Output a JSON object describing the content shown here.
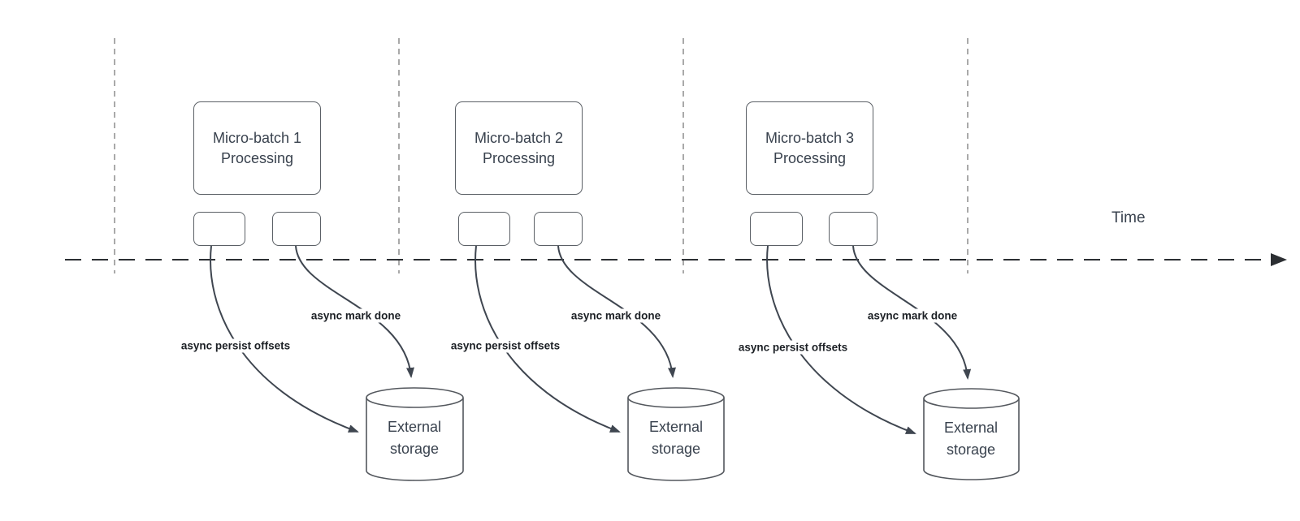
{
  "diagram": {
    "time_label": "Time",
    "colors": {
      "shape_border": "#5b6066",
      "arrow_line": "#3f4650",
      "timeline": "#2c2f33",
      "gridline": "#a9a9a9",
      "text": "#39424e",
      "label_text": "#1c2025",
      "background": "#ffffff"
    },
    "groups": [
      {
        "box_title_line1": "Micro-batch 1",
        "box_title_line2": "Processing",
        "persist_label": "async persist offsets",
        "mark_done_label": "async mark done",
        "storage_line1": "External",
        "storage_line2": "storage"
      },
      {
        "box_title_line1": "Micro-batch 2",
        "box_title_line2": "Processing",
        "persist_label": "async persist offsets",
        "mark_done_label": "async mark done",
        "storage_line1": "External",
        "storage_line2": "storage"
      },
      {
        "box_title_line1": "Micro-batch 3",
        "box_title_line2": "Processing",
        "persist_label": "async persist offsets",
        "mark_done_label": "async mark done",
        "storage_line1": "External",
        "storage_line2": "storage"
      }
    ]
  }
}
